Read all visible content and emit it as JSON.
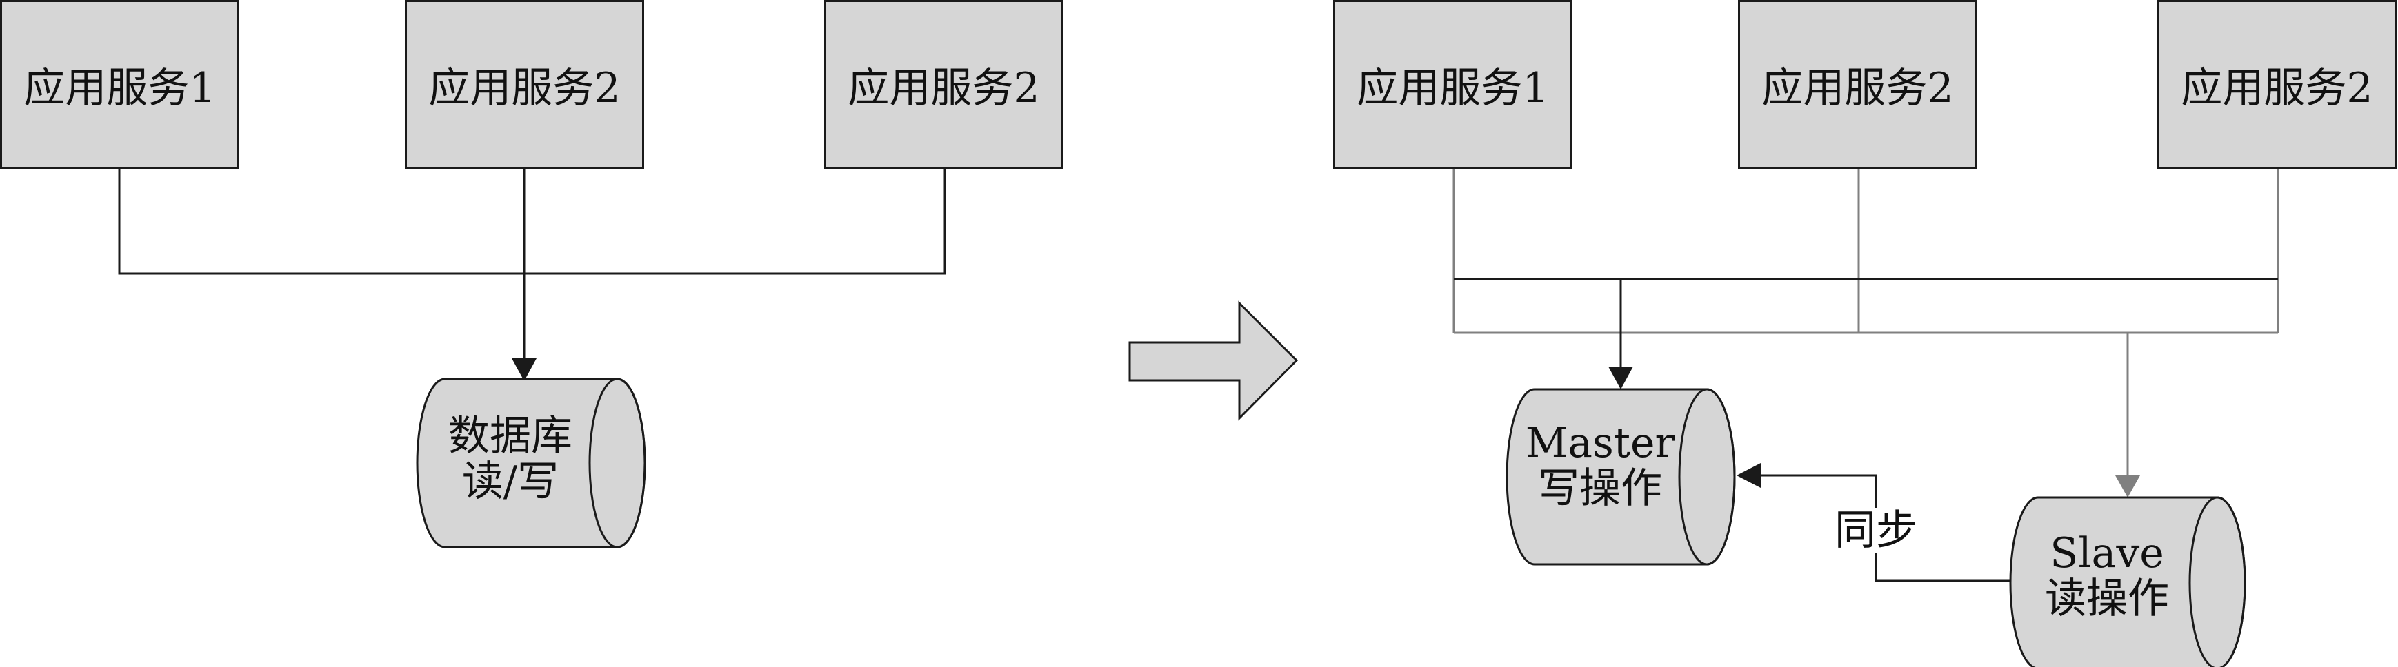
{
  "colors": {
    "box_fill": "#d6d6d6",
    "stroke": "#1a1a1a",
    "gray_line": "#808080"
  },
  "before": {
    "services": [
      "应用服务1",
      "应用服务2",
      "应用服务2"
    ],
    "database": {
      "line1": "数据库",
      "line2": "读/写"
    }
  },
  "transition_arrow": "right-arrow-icon",
  "after": {
    "services": [
      "应用服务1",
      "应用服务2",
      "应用服务2"
    ],
    "master": {
      "line1": "Master",
      "line2": "写操作"
    },
    "slave": {
      "line1": "Slave",
      "line2": "读操作"
    },
    "sync_label": "同步"
  }
}
